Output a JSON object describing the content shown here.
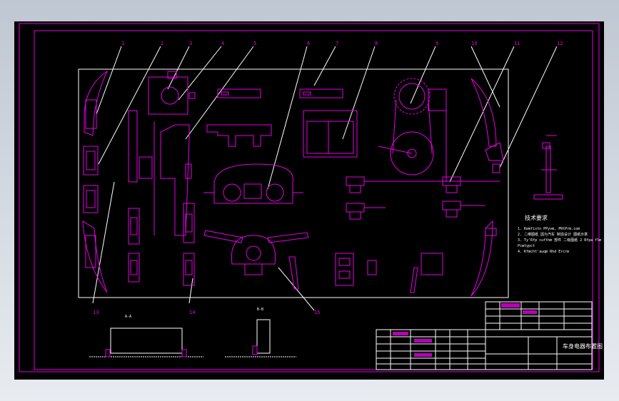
{
  "part_labels": [
    "1",
    "2",
    "3",
    "4",
    "5",
    "6",
    "7",
    "8",
    "9",
    "10",
    "11",
    "12",
    "13",
    "14",
    "15"
  ],
  "tech_requirements": {
    "heading": "技术要求",
    "lines": [
      "1. Kemfixtn PPyvm, PRtPrm.com",
      "2. 二维图纸 因为汽车 制造设计 图纸示意",
      "3. Ty'Rfp cufthm 部件 二级图纸 2 Rfpa flm",
      "Pcmtypct",
      "4. Kfmcht'auqm Rhd Ercrm"
    ]
  },
  "section_marks": [
    "A-A",
    "B-B"
  ],
  "drawing_title": "车身电器布置图"
}
